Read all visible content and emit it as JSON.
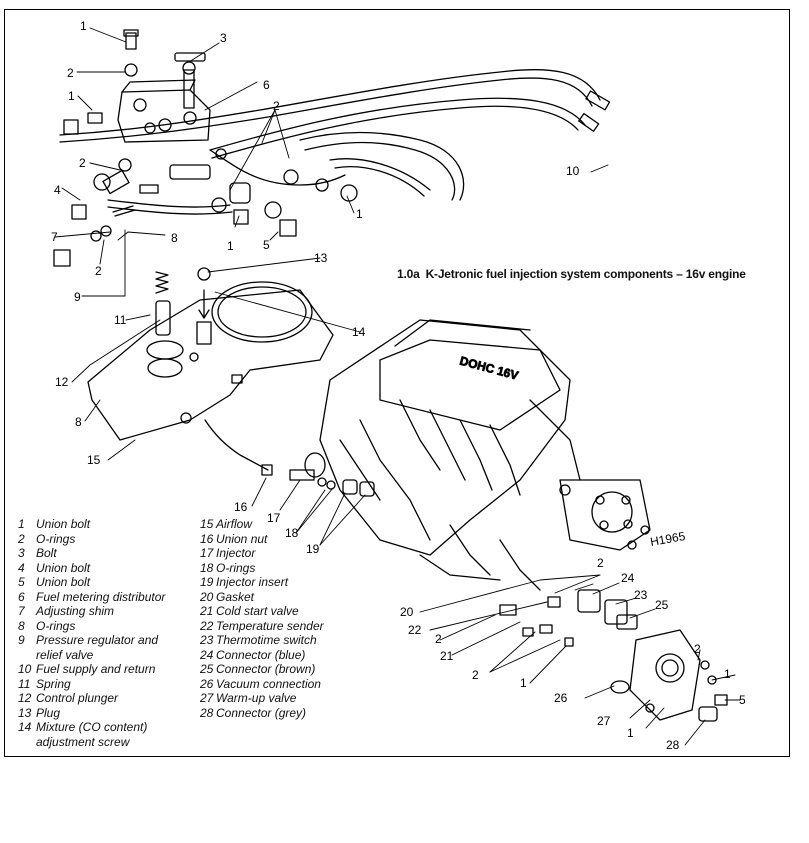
{
  "caption": {
    "number": "1.0a",
    "title": "K-Jetronic fuel injection system components – 16v engine"
  },
  "engine_marking": "DOHC 16V",
  "drawing_code": "H1965",
  "callouts": [
    "1",
    "1",
    "1",
    "1",
    "1",
    "1",
    "1",
    "2",
    "2",
    "2",
    "2",
    "2",
    "2",
    "2",
    "2",
    "3",
    "4",
    "5",
    "5",
    "6",
    "7",
    "8",
    "8",
    "9",
    "10",
    "11",
    "12",
    "13",
    "14",
    "15",
    "16",
    "17",
    "18",
    "19",
    "20",
    "21",
    "22",
    "23",
    "24",
    "25",
    "26",
    "27",
    "28"
  ],
  "legend_left": [
    {
      "num": "1",
      "label": "Union bolt"
    },
    {
      "num": "2",
      "label": "O-rings"
    },
    {
      "num": "3",
      "label": "Bolt"
    },
    {
      "num": "4",
      "label": "Union bolt"
    },
    {
      "num": "5",
      "label": "Union bolt"
    },
    {
      "num": "6",
      "label": "Fuel metering distributor"
    },
    {
      "num": "7",
      "label": "Adjusting shim"
    },
    {
      "num": "8",
      "label": "O-rings"
    },
    {
      "num": "9",
      "label": "Pressure regulator and"
    },
    {
      "num": "",
      "label": "relief valve"
    },
    {
      "num": "10",
      "label": "Fuel supply and return"
    },
    {
      "num": "11",
      "label": "Spring"
    },
    {
      "num": "12",
      "label": "Control plunger"
    },
    {
      "num": "13",
      "label": "Plug"
    },
    {
      "num": "14",
      "label": "Mixture (CO content)"
    },
    {
      "num": "",
      "label": "adjustment screw"
    }
  ],
  "legend_right": [
    {
      "num": "15",
      "label": "Airflow"
    },
    {
      "num": "16",
      "label": "Union nut"
    },
    {
      "num": "17",
      "label": "Injector"
    },
    {
      "num": "18",
      "label": "O-rings"
    },
    {
      "num": "19",
      "label": "Injector insert"
    },
    {
      "num": "20",
      "label": "Gasket"
    },
    {
      "num": "21",
      "label": "Cold start valve"
    },
    {
      "num": "22",
      "label": "Temperature sender"
    },
    {
      "num": "23",
      "label": "Thermotime switch"
    },
    {
      "num": "24",
      "label": "Connector (blue)"
    },
    {
      "num": "25",
      "label": "Connector (brown)"
    },
    {
      "num": "26",
      "label": "Vacuum connection"
    },
    {
      "num": "27",
      "label": "Warm-up valve"
    },
    {
      "num": "28",
      "label": "Connector (grey)"
    }
  ]
}
